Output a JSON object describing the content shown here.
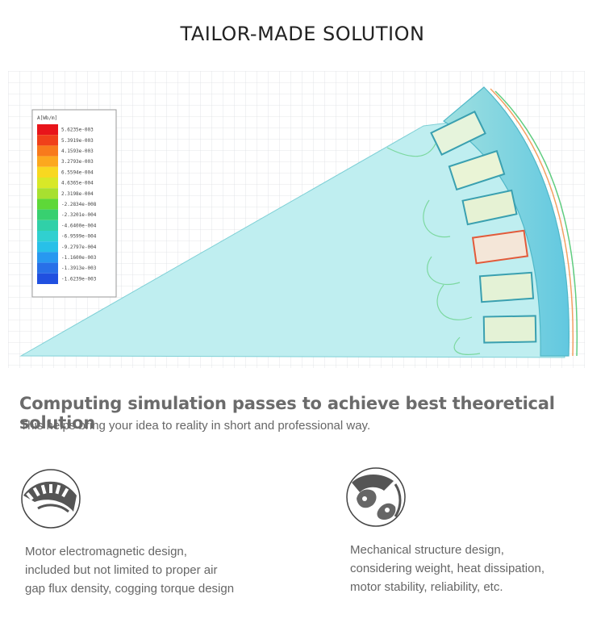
{
  "page": {
    "title": "TAILOR-MADE SOLUTION",
    "heading": "Computing simulation passes to achieve best theoretical solution",
    "subheading": "This helps bring your idea to reality in short and professional way."
  },
  "simulation": {
    "legend_title": "A[Wb/m]",
    "legend_values": [
      "5.6235e-003",
      "5.3919e-003",
      "4.1593e-003",
      "3.2793e-003",
      "6.5594e-004",
      "4.6365e-004",
      "2.3198e-004",
      "-2.2834e-008",
      "-2.3201e-004",
      "-4.6400e-004",
      "-6.9599e-004",
      "-9.2797e-004",
      "-1.1600e-003",
      "-1.3913e-003",
      "-1.6239e-003"
    ],
    "legend_colors": [
      "#e8141a",
      "#f0401a",
      "#f87a1c",
      "#fca81e",
      "#f8d820",
      "#d8e828",
      "#a8e030",
      "#5ed838",
      "#38d070",
      "#30d0a8",
      "#30d0d0",
      "#28c0e8",
      "#2898f0",
      "#2870e8",
      "#2050e0"
    ]
  },
  "features": [
    {
      "icon": "stator-slots-icon",
      "description": "Motor electromagnetic design, included but not limited to proper air gap flux density, cogging torque design"
    },
    {
      "icon": "mechanical-parts-icon",
      "description": "Mechanical structure design, considering weight, heat dissipation, motor stability, reliability, etc."
    }
  ]
}
